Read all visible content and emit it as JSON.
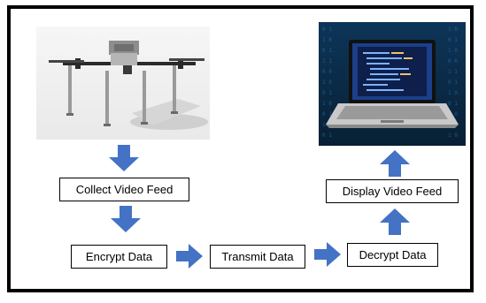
{
  "steps": {
    "collect": "Collect Video Feed",
    "encrypt": "Encrypt Data",
    "transmit": "Transmit Data",
    "decrypt": "Decrypt Data",
    "display": "Display Video Feed"
  },
  "images": {
    "drone": "drone-rendering",
    "laptop": "laptop-with-binary-background"
  },
  "colors": {
    "arrow": "#4472C4",
    "border": "#000000",
    "laptop_bg": "#0b2a4a"
  }
}
